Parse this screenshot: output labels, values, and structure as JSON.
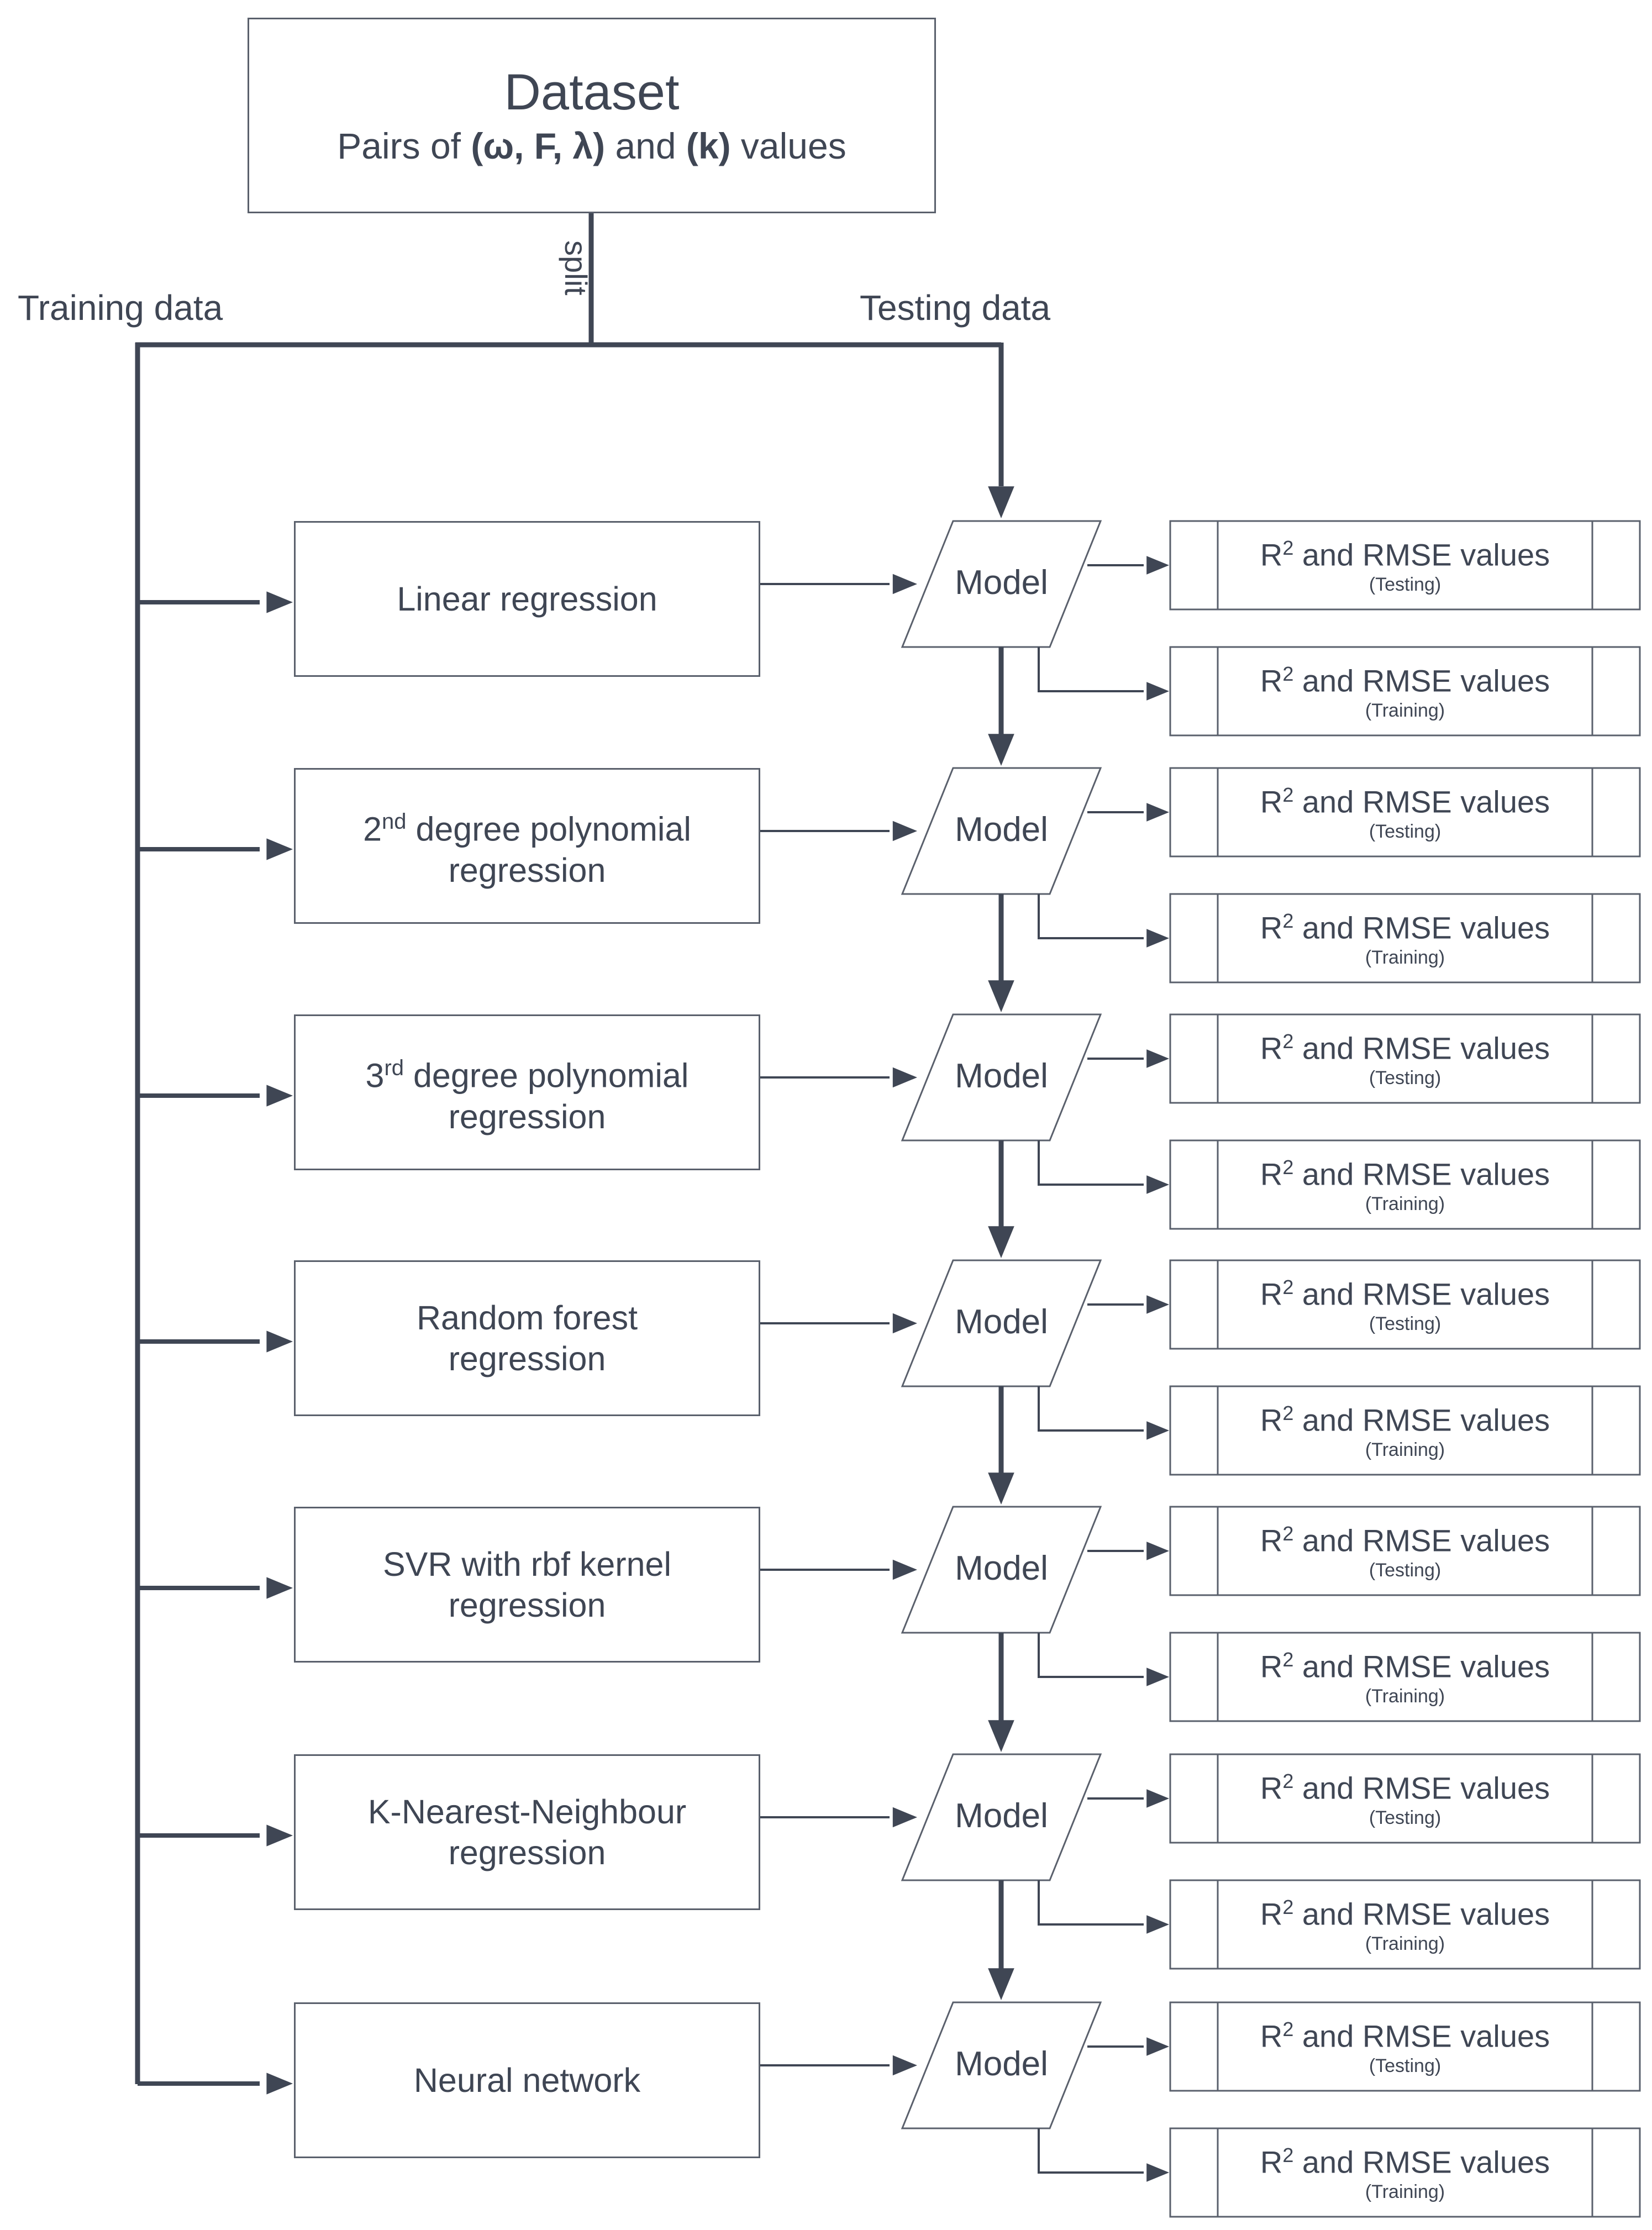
{
  "dataset": {
    "title": "Dataset",
    "desc_prefix": "Pairs of ",
    "desc_tuple": "(ω, F, λ)",
    "desc_mid": " and ",
    "desc_target": "(k)",
    "desc_suffix": " values"
  },
  "split_label": "split",
  "training_label": "Training data",
  "testing_label": "Testing data",
  "model_label": "Model",
  "metric": {
    "prefix": "R",
    "sup": "2",
    "rest": " and RMSE values",
    "testing": "(Testing)",
    "training": "(Training)"
  },
  "algorithms": [
    {
      "line1": "Linear regression",
      "sup": "",
      "rest1": "",
      "line2": ""
    },
    {
      "line1": "2",
      "sup": "nd",
      "rest1": " degree polynomial",
      "line2": "regression"
    },
    {
      "line1": "3",
      "sup": "rd",
      "rest1": " degree polynomial",
      "line2": "regression"
    },
    {
      "line1": "Random forest",
      "sup": "",
      "rest1": "",
      "line2": "regression"
    },
    {
      "line1": "SVR with rbf kernel",
      "sup": "",
      "rest1": "",
      "line2": "regression"
    },
    {
      "line1": "K-Nearest-Neighbour",
      "sup": "",
      "rest1": "",
      "line2": "regression"
    },
    {
      "line1": "Neural network",
      "sup": "",
      "rest1": "",
      "line2": ""
    }
  ],
  "colors": {
    "line": "#3f4654",
    "box_border": "#5a606c",
    "text": "#3f4654"
  }
}
